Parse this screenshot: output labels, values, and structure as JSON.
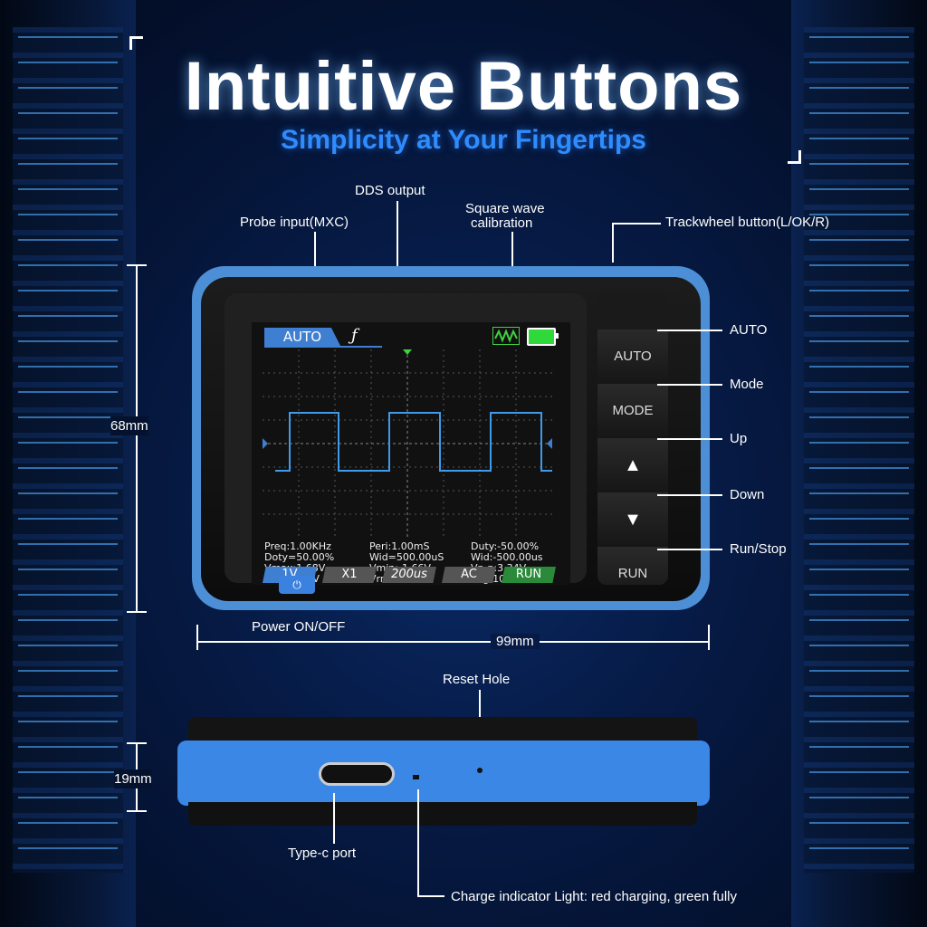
{
  "header": {
    "title": "Intuitive Buttons",
    "subtitle": "Simplicity at Your Fingertips"
  },
  "callouts": {
    "dds_output": "DDS output",
    "probe_input": "Probe input(MXC)",
    "square_wave": "Square wave",
    "calibration": "calibration",
    "trackwheel": "Trackwheel button(L/OK/R)",
    "auto": "AUTO",
    "mode": "Mode",
    "up": "Up",
    "down": "Down",
    "run_stop": "Run/Stop",
    "power": "Power ON/OFF",
    "reset_hole": "Reset Hole",
    "typec": "Type-c port",
    "charge": "Charge indicator Light: red charging, green fully"
  },
  "dimensions": {
    "height": "68mm",
    "width": "99mm",
    "depth": "19mm"
  },
  "screen": {
    "mode_tab": "AUTO",
    "trigger_symbol": "ƒ",
    "measurements": {
      "col1": [
        "Preq:1.00KHz",
        "Doty=50.00%",
        "Vmax:1.68V",
        "Amp:3.32V"
      ],
      "col2": [
        "Peri:1.00mS",
        "Wid=500.00uS",
        "Vmin:-1.66V",
        "Vrms:1.65V"
      ],
      "col3": [
        "Duty:-50.00%",
        "Wid:-500.00us",
        "Vp-p:3.34V",
        "Avg:10.00mV"
      ]
    },
    "bottom_buttons": [
      "1V",
      "X1",
      "200us",
      "AC",
      "RUN"
    ]
  },
  "device_buttons": {
    "auto": "AUTO",
    "mode": "MODE",
    "up": "▲",
    "down": "▼",
    "run": "RUN",
    "power": "⏻"
  },
  "colors": {
    "accent": "#2f8cff",
    "device_blue": "#4d8fd6",
    "run_green": "#2fd93a"
  }
}
